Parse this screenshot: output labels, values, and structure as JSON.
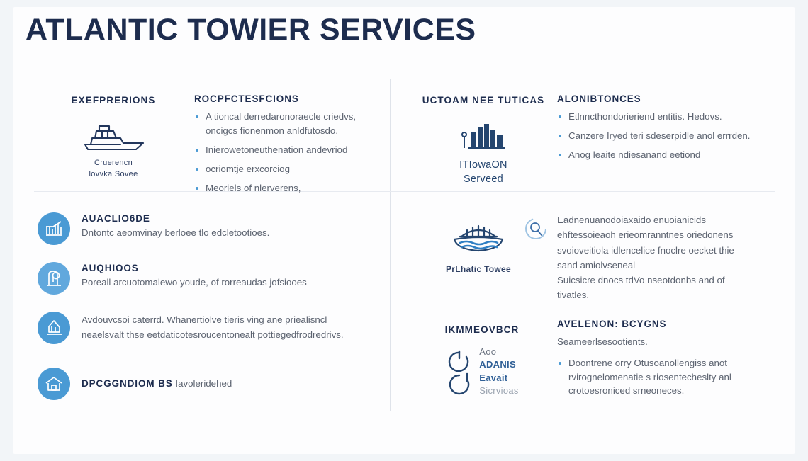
{
  "header": {
    "title": "ATLANTIC TOWIER SERVICES"
  },
  "colors": {
    "background": "#f2f5f8",
    "card": "#fdfdfe",
    "navy": "#1d2c4e",
    "accent_blue": "#4a9ad4",
    "body_text": "#5c6370",
    "divider": "#dfe3ea"
  },
  "quadrants": {
    "top_left": {
      "label": "EXEFPRERIONS",
      "logo": {
        "icon": "tugboat-icon",
        "caption_line1": "Cruerencn",
        "caption_line2": "lovvka Sovee"
      },
      "section": {
        "heading": "ROCPFCTESFCIONS",
        "bullets": [
          "A tioncal derredaronoraecle criedvs, oncigcs fionenmon anldfutosdo.",
          "Inierowetoneuthenation andevriod",
          "ocriomtje erxcorciog",
          "Meoriels of nlerverens,"
        ]
      }
    },
    "top_right": {
      "label": "UCTOAM NEE TUTICAS",
      "logo": {
        "icon": "city-skyline-icon",
        "caption_line1": "ITIowaON",
        "caption_line2": "Serveed"
      },
      "section": {
        "heading": "ALONIBTONCES",
        "bullets": [
          "Etlnncthondorieriend entitis. Hedovs.",
          "Canzere Iryed teri sdeserpidle anol errrden.",
          "Anog leaite ndiesanand eetiond"
        ]
      }
    },
    "bottom_left": {
      "rows": [
        {
          "icon": "bank-chart-icon",
          "heading": "AUACLIO6DE",
          "text": "Dntontc aeomvinay berloee tlo edcletootioes."
        },
        {
          "icon": "monument-lock-icon",
          "heading": "AUQHIOOS",
          "text": "Poreall arcuotomalewo youde, of rorreaudas jofsiooes"
        },
        {
          "icon": "courthouse-icon",
          "heading": "",
          "text": "Avdouvcsoi caterrd. Whanertiolve tieris ving ane priealisncl neaelsvalt thse eetdaticotesroucentonealt pottiegedfrodredrivs."
        },
        {
          "icon": "house-icon",
          "heading": "DPCGGNDIOM BS",
          "text": "Iavoleridehed"
        }
      ]
    },
    "bottom_right": {
      "bridge_logo": {
        "icon": "bridge-waves-icon",
        "caption": "PrLhatic Towee"
      },
      "search_icon": "magnifier-circle-icon",
      "paragraph_lines": [
        "Eadnenuanodoiaxaido enuoianicids",
        "ehftessoieaoh erieomranntnes oriedonens",
        "svoioveitiola idlencelice fnoclre oecket thie",
        "sand amiolvseneal",
        "Suicsicre dnocs tdVo nseotdonbs and of",
        "tivatles."
      ],
      "mid_label": "IKMMEOVBCR",
      "ring_logo": {
        "icon": "two-rings-icon",
        "line1": "Aoo",
        "line2": "ADANIS",
        "line3": "Eavait",
        "line4": "Sicrvioas"
      },
      "section": {
        "heading": "AVELENON: BCYGNS",
        "subtitle": "Seameerlsesootients.",
        "bullets": [
          "Doontrene orry Otusoanollengiss anot rvirognelomenatie s riosentecheslty anl crotoesroniced srneoneces."
        ]
      }
    }
  }
}
